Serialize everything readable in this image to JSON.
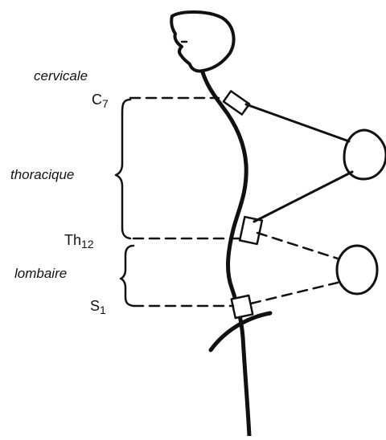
{
  "colors": {
    "ink": "#111111",
    "paper": "#ffffff"
  },
  "regions": {
    "cervical": "cervicale",
    "thoracic": "thoracique",
    "lumbar": "lombaire"
  },
  "vertebrae": {
    "c7": {
      "base": "C",
      "sub": "7"
    },
    "th12": {
      "base": "Th",
      "sub": "12"
    },
    "s1": {
      "base": "S",
      "sub": "1"
    }
  }
}
